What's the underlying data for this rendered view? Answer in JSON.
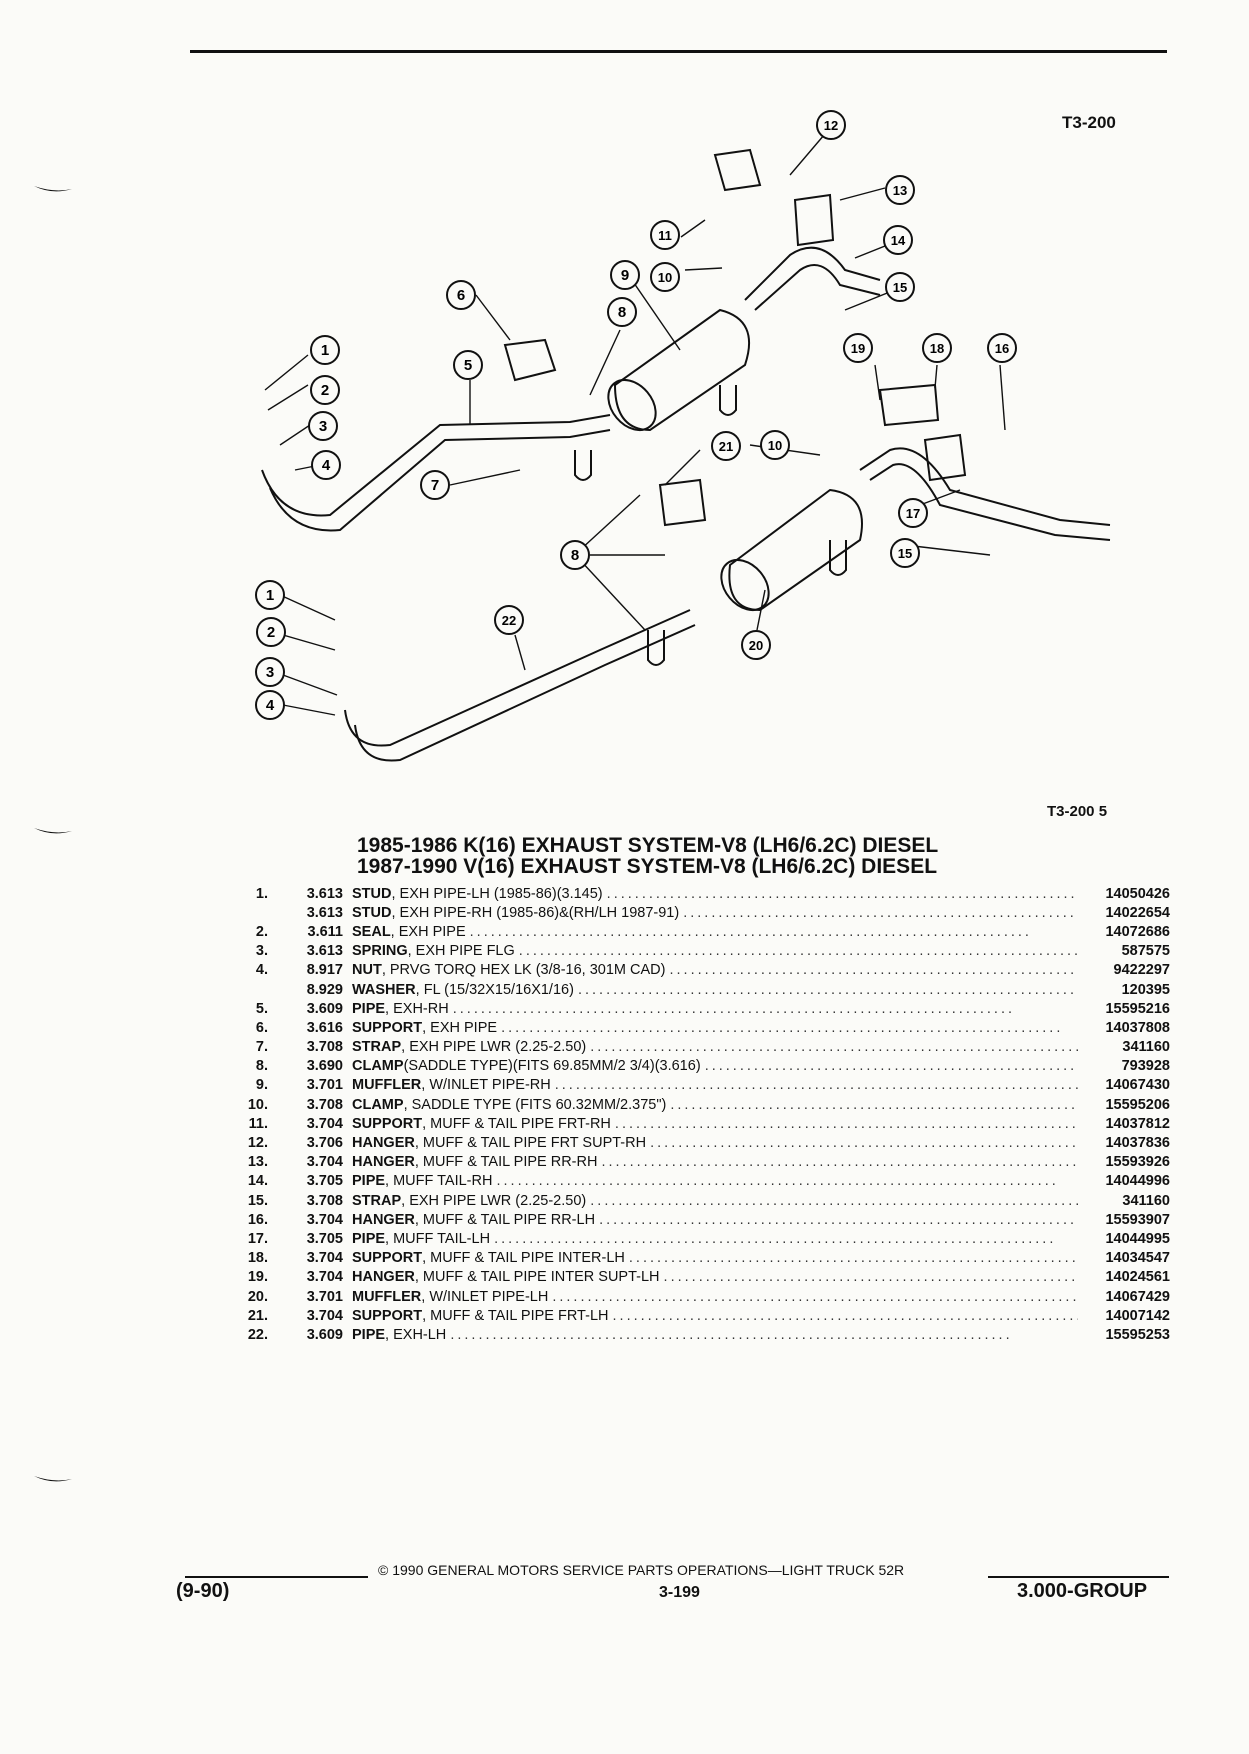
{
  "header": {
    "figure_code": "T3-200",
    "figure_ref": "T3-200  5"
  },
  "title": {
    "line1": "1985-1986 K(16) EXHAUST SYSTEM-V8 (LH6/6.2C) DIESEL",
    "line2": "1987-1990 V(16) EXHAUST SYSTEM-V8 (LH6/6.2C) DIESEL"
  },
  "callouts": [
    "1",
    "2",
    "3",
    "4",
    "5",
    "6",
    "7",
    "8",
    "9",
    "10",
    "11",
    "12",
    "13",
    "14",
    "15",
    "16",
    "17",
    "18",
    "19",
    "20",
    "21",
    "22"
  ],
  "parts": [
    {
      "num": "1.",
      "code": "3.613",
      "name": "STUD",
      "desc": ", EXH PIPE-LH (1985-86)(3.145)",
      "pn": "14050426"
    },
    {
      "num": "",
      "code": "3.613",
      "name": "STUD",
      "desc": ", EXH PIPE-RH (1985-86)&(RH/LH 1987-91)",
      "pn": "14022654"
    },
    {
      "num": "2.",
      "code": "3.611",
      "name": "SEAL",
      "desc": ", EXH PIPE",
      "pn": "14072686"
    },
    {
      "num": "3.",
      "code": "3.613",
      "name": "SPRING",
      "desc": ", EXH PIPE FLG",
      "pn": "587575"
    },
    {
      "num": "4.",
      "code": "8.917",
      "name": "NUT",
      "desc": ", PRVG TORQ HEX LK (3/8-16, 301M CAD)",
      "pn": "9422297"
    },
    {
      "num": "",
      "code": "8.929",
      "name": "WASHER",
      "desc": ", FL (15/32X15/16X1/16)",
      "pn": "120395"
    },
    {
      "num": "5.",
      "code": "3.609",
      "name": "PIPE",
      "desc": ", EXH-RH",
      "pn": "15595216"
    },
    {
      "num": "6.",
      "code": "3.616",
      "name": "SUPPORT",
      "desc": ", EXH PIPE",
      "pn": "14037808"
    },
    {
      "num": "7.",
      "code": "3.708",
      "name": "STRAP",
      "desc": ", EXH PIPE LWR (2.25-2.50)",
      "pn": "341160"
    },
    {
      "num": "8.",
      "code": "3.690",
      "name": "CLAMP",
      "desc": "(SADDLE TYPE)(FITS 69.85MM/2 3/4)(3.616)",
      "pn": "793928"
    },
    {
      "num": "9.",
      "code": "3.701",
      "name": "MUFFLER",
      "desc": ", W/INLET PIPE-RH",
      "pn": "14067430"
    },
    {
      "num": "10.",
      "code": "3.708",
      "name": "CLAMP",
      "desc": ", SADDLE TYPE (FITS 60.32MM/2.375\")",
      "pn": "15595206"
    },
    {
      "num": "11.",
      "code": "3.704",
      "name": "SUPPORT",
      "desc": ", MUFF & TAIL PIPE FRT-RH",
      "pn": "14037812"
    },
    {
      "num": "12.",
      "code": "3.706",
      "name": "HANGER",
      "desc": ", MUFF & TAIL PIPE FRT SUPT-RH",
      "pn": "14037836"
    },
    {
      "num": "13.",
      "code": "3.704",
      "name": "HANGER",
      "desc": ", MUFF & TAIL PIPE RR-RH",
      "pn": "15593926"
    },
    {
      "num": "14.",
      "code": "3.705",
      "name": "PIPE",
      "desc": ", MUFF TAIL-RH",
      "pn": "14044996"
    },
    {
      "num": "15.",
      "code": "3.708",
      "name": "STRAP",
      "desc": ", EXH PIPE LWR (2.25-2.50)",
      "pn": "341160"
    },
    {
      "num": "16.",
      "code": "3.704",
      "name": "HANGER",
      "desc": ", MUFF & TAIL PIPE RR-LH",
      "pn": "15593907"
    },
    {
      "num": "17.",
      "code": "3.705",
      "name": "PIPE",
      "desc": ", MUFF TAIL-LH",
      "pn": "14044995"
    },
    {
      "num": "18.",
      "code": "3.704",
      "name": "SUPPORT",
      "desc": ", MUFF & TAIL PIPE INTER-LH",
      "pn": "14034547"
    },
    {
      "num": "19.",
      "code": "3.704",
      "name": "HANGER",
      "desc": ", MUFF & TAIL PIPE INTER SUPT-LH",
      "pn": "14024561"
    },
    {
      "num": "20.",
      "code": "3.701",
      "name": "MUFFLER",
      "desc": ", W/INLET PIPE-LH",
      "pn": "14067429"
    },
    {
      "num": "21.",
      "code": "3.704",
      "name": "SUPPORT",
      "desc": ", MUFF & TAIL PIPE FRT-LH",
      "pn": "14007142"
    },
    {
      "num": "22.",
      "code": "3.609",
      "name": "PIPE",
      "desc": ", EXH-LH",
      "pn": "15595253"
    }
  ],
  "footer": {
    "copyright": "©  1990  GENERAL MOTORS SERVICE PARTS OPERATIONS—LIGHT TRUCK 52R",
    "edition": "(9-90)",
    "page": "3-199",
    "group": "3.000-GROUP"
  }
}
